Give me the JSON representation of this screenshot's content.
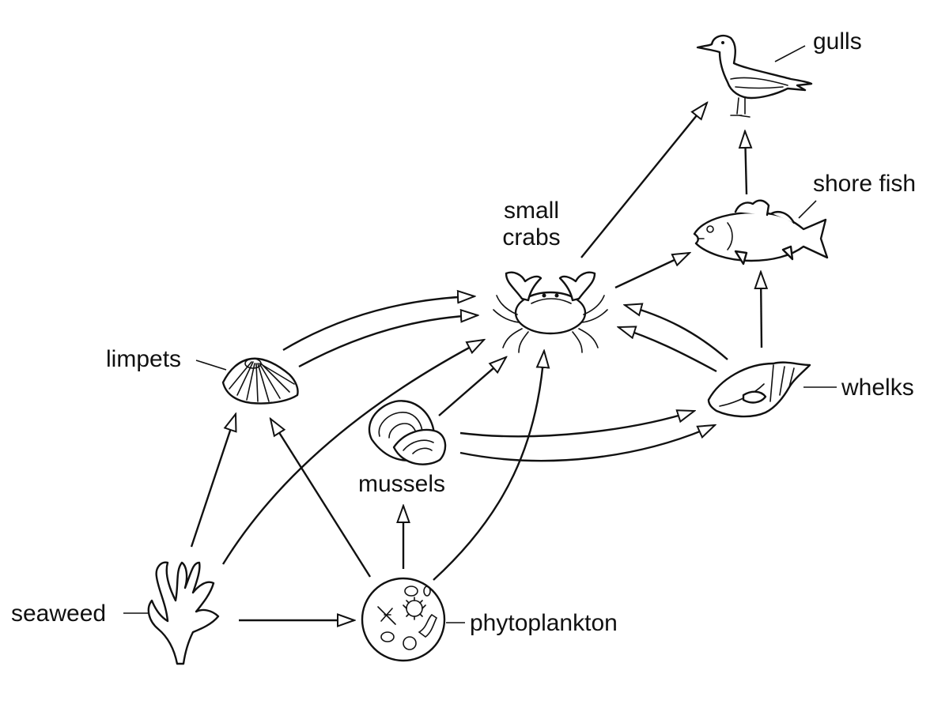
{
  "diagram": {
    "nodes": [
      {
        "id": "gulls",
        "label": "gulls",
        "icon": "gull-icon"
      },
      {
        "id": "shore_fish",
        "label": "shore fish",
        "icon": "fish-icon"
      },
      {
        "id": "small_crabs",
        "label_line1": "small",
        "label_line2": "crabs",
        "icon": "crab-icon"
      },
      {
        "id": "whelks",
        "label": "whelks",
        "icon": "whelk-shell-icon"
      },
      {
        "id": "limpets",
        "label": "limpets",
        "icon": "limpet-shell-icon"
      },
      {
        "id": "mussels",
        "label": "mussels",
        "icon": "mussel-icon"
      },
      {
        "id": "seaweed",
        "label": "seaweed",
        "icon": "seaweed-icon"
      },
      {
        "id": "phytoplankton",
        "label": "phytoplankton",
        "icon": "phytoplankton-icon"
      }
    ],
    "edges": [
      {
        "from": "seaweed",
        "to": "limpets"
      },
      {
        "from": "seaweed",
        "to": "small_crabs"
      },
      {
        "from": "seaweed",
        "to": "phytoplankton"
      },
      {
        "from": "phytoplankton",
        "to": "limpets"
      },
      {
        "from": "phytoplankton",
        "to": "mussels"
      },
      {
        "from": "phytoplankton",
        "to": "small_crabs"
      },
      {
        "from": "limpets",
        "to": "small_crabs"
      },
      {
        "from": "limpets",
        "to": "small_crabs"
      },
      {
        "from": "mussels",
        "to": "small_crabs"
      },
      {
        "from": "mussels",
        "to": "whelks"
      },
      {
        "from": "mussels",
        "to": "whelks"
      },
      {
        "from": "whelks",
        "to": "small_crabs"
      },
      {
        "from": "whelks",
        "to": "small_crabs"
      },
      {
        "from": "whelks",
        "to": "shore_fish"
      },
      {
        "from": "small_crabs",
        "to": "shore_fish"
      },
      {
        "from": "small_crabs",
        "to": "gulls"
      },
      {
        "from": "shore_fish",
        "to": "gulls"
      }
    ]
  }
}
